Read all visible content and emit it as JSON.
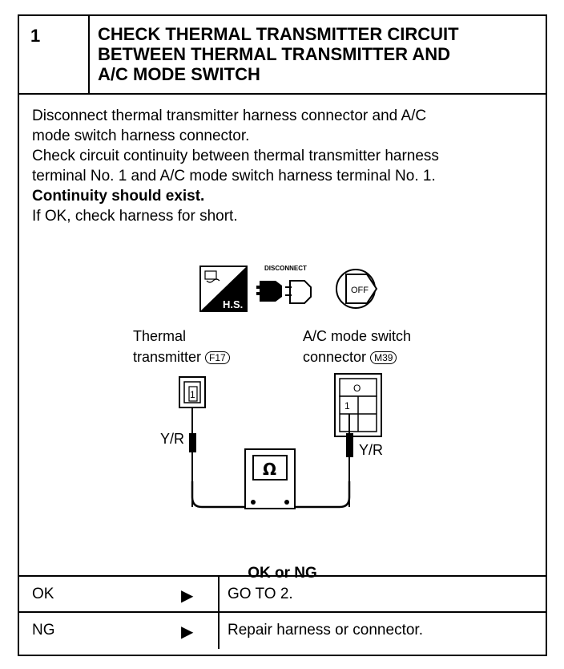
{
  "header": {
    "step": "1",
    "title_lines": [
      "CHECK THERMAL TRANSMITTER CIRCUIT",
      "BETWEEN THERMAL TRANSMITTER AND",
      "A/C MODE SWITCH"
    ]
  },
  "instructions": {
    "lines": [
      "Disconnect thermal transmitter harness connector and A/C",
      "mode switch harness connector.",
      "Check circuit continuity between thermal transmitter harness",
      "terminal No. 1 and A/C mode switch harness terminal No. 1."
    ],
    "emphasis": "Continuity should exist.",
    "followup": "If OK, check harness for short."
  },
  "diagram": {
    "icons": {
      "harness_label": "H.S.",
      "disconnect_label": "DISCONNECT",
      "key_label": "OFF",
      "meter_symbol": "Ω"
    },
    "left_connector": {
      "label_line1": "Thermal",
      "label_line2": "transmitter",
      "connector_id": "F17",
      "terminal": "1",
      "wire_color": "Y/R"
    },
    "right_connector": {
      "label_line1": "A/C  mode  switch",
      "label_line2": "connector",
      "connector_id": "M39",
      "terminal": "1",
      "top_mark": "O",
      "wire_color": "Y/R"
    }
  },
  "prompt": "OK or NG",
  "results": [
    {
      "key": "OK",
      "arrow": "▶",
      "action": "GO TO 2."
    },
    {
      "key": "NG",
      "arrow": "▶",
      "action": "Repair harness or connector."
    }
  ]
}
